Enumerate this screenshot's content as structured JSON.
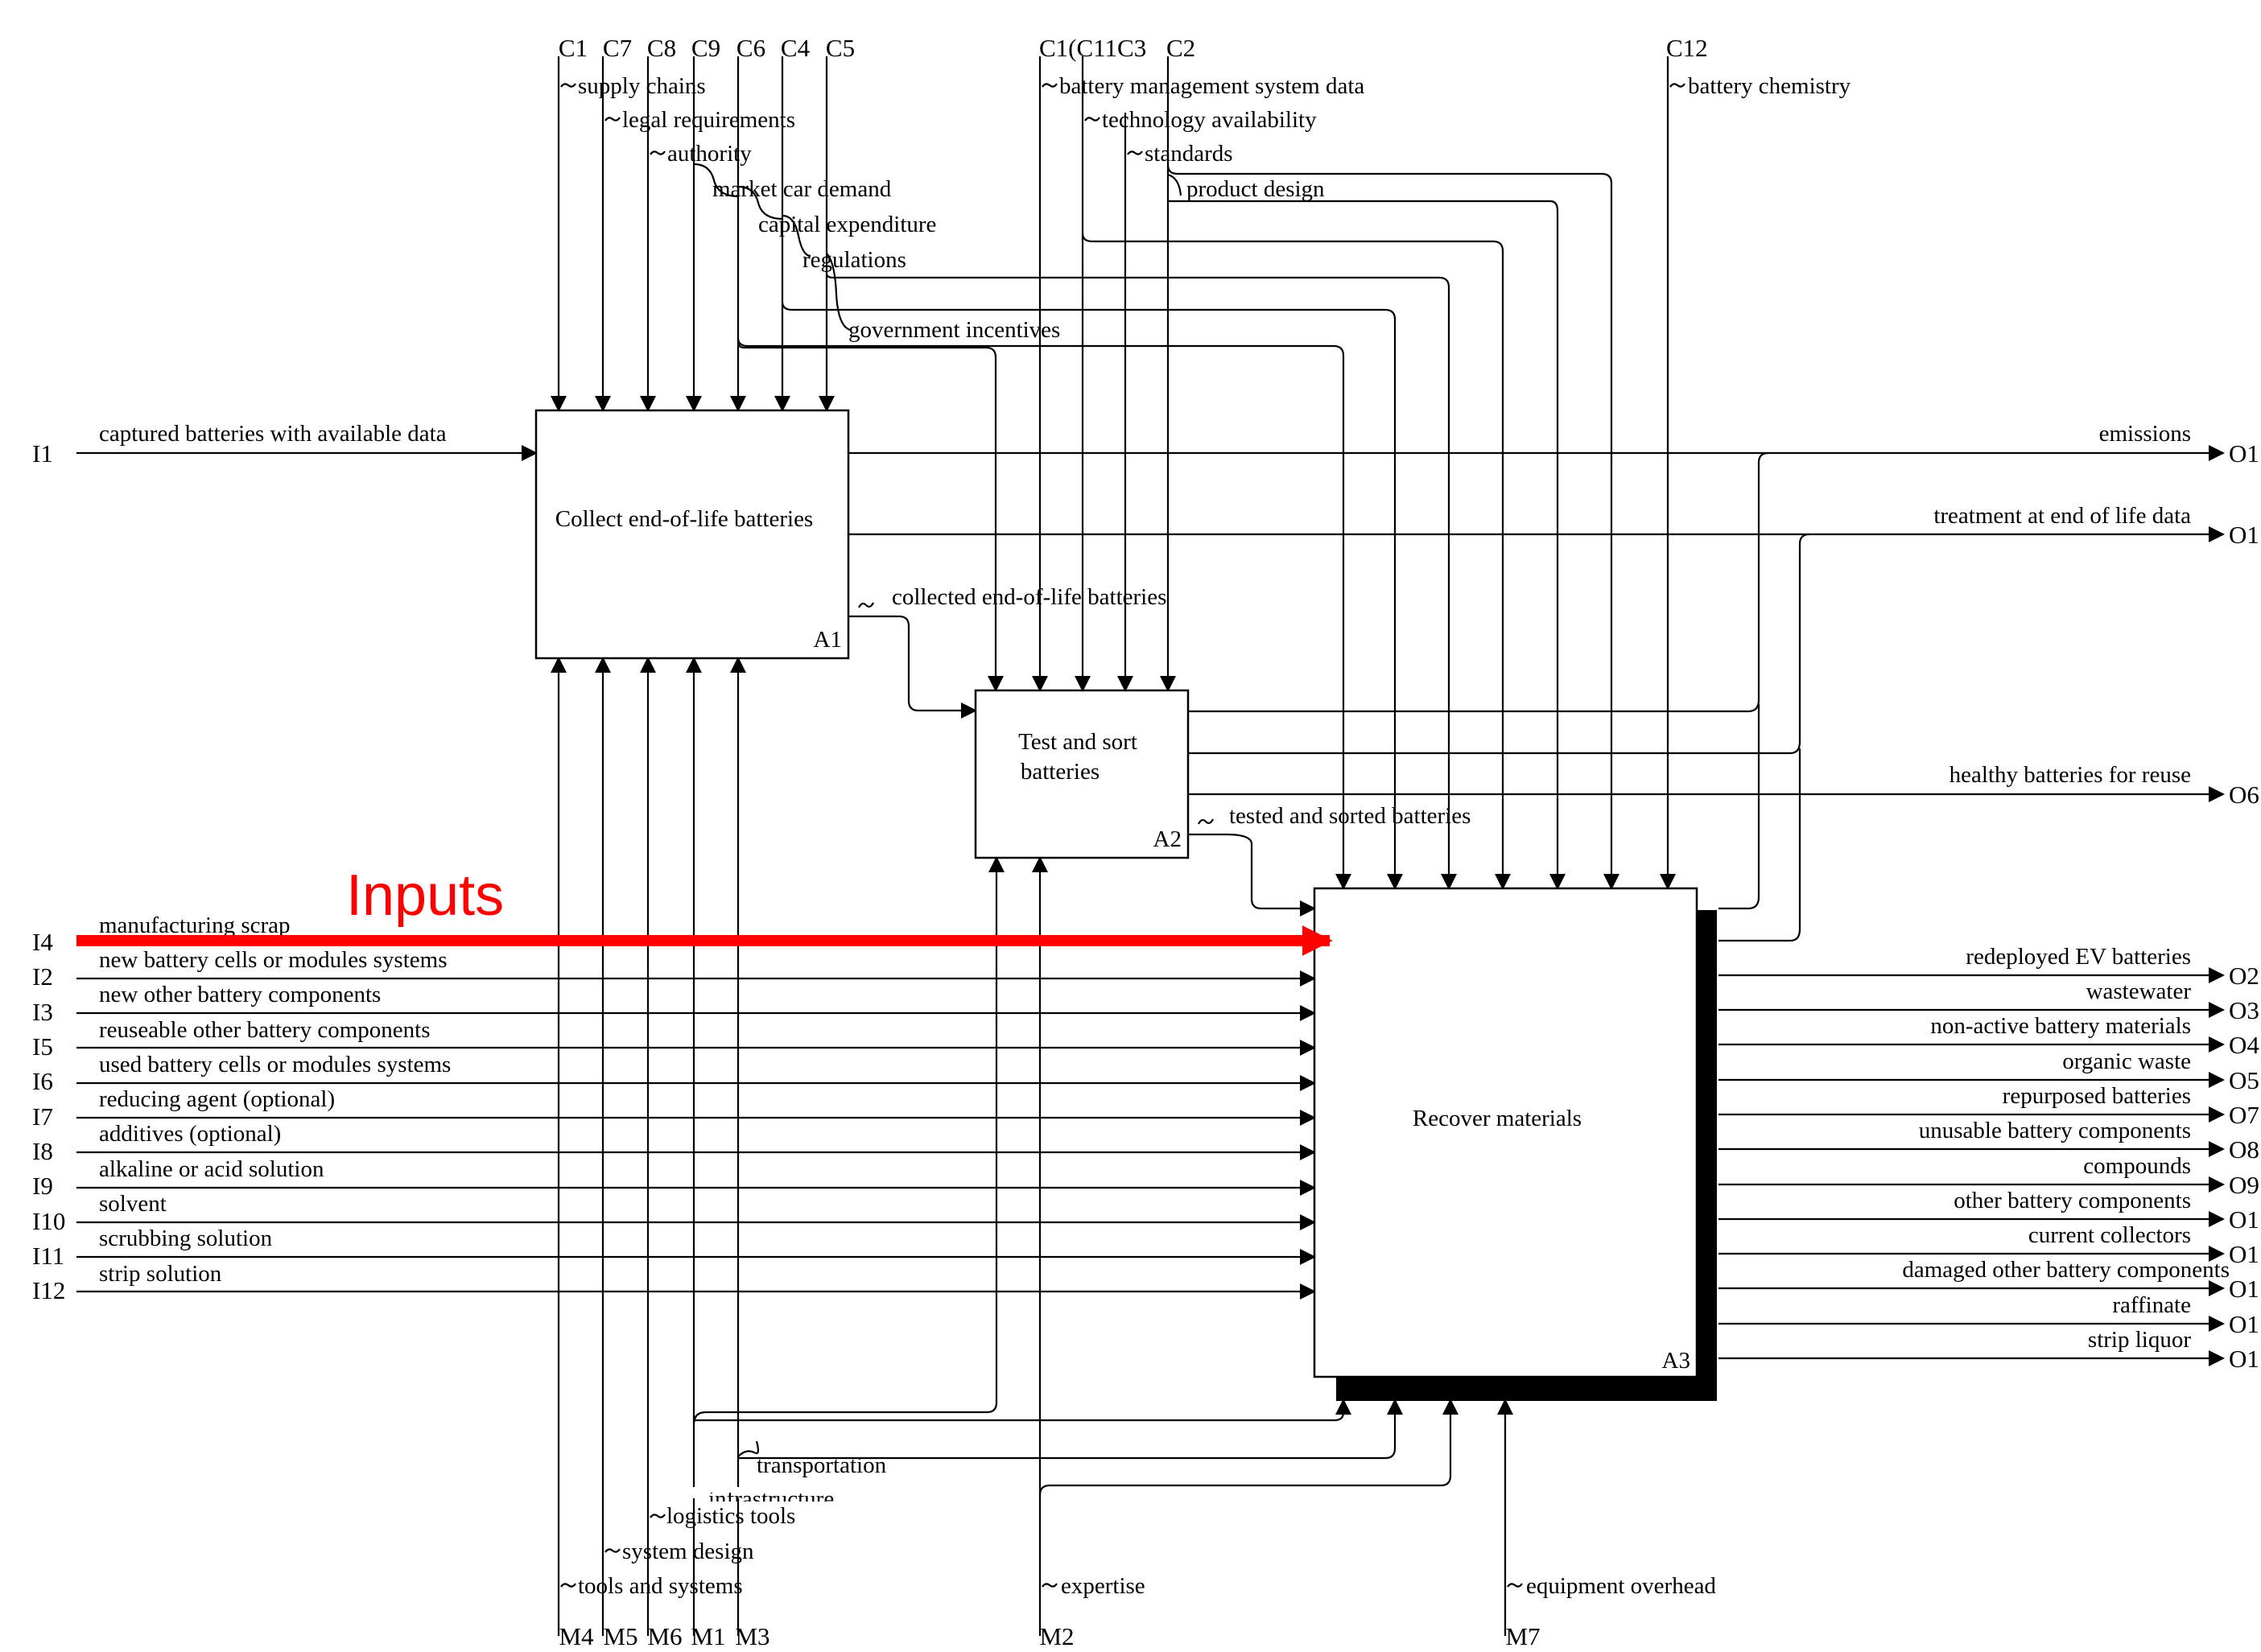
{
  "colors": {
    "highlight": "#ff0000",
    "ink": "#000000"
  },
  "annotation": {
    "text": "Inputs"
  },
  "activities": [
    {
      "id": "A1",
      "title_lines": [
        "Collect end-of-life batteries"
      ]
    },
    {
      "id": "A2",
      "title_lines": [
        "Test and sort",
        "batteries"
      ]
    },
    {
      "id": "A3",
      "title_lines": [
        "Recover materials"
      ]
    }
  ],
  "controls": {
    "codes": [
      "C1",
      "C7",
      "C8",
      "C9",
      "C6",
      "C4",
      "C5",
      "C1(C11C3",
      "C2",
      "C12"
    ],
    "labels": {
      "supply_chains": "supply chains",
      "legal_requirements": "legal requirements",
      "authority": "authority",
      "market_car_demand": "market car demand",
      "capital_expenditure": "capital expenditure",
      "regulations": "regulations",
      "government_incentives": "government incentives",
      "bms_data": "battery management system data",
      "technology_availability": "technology availability",
      "standards": "standards",
      "product_design": "product design",
      "battery_chemistry": "battery chemistry"
    }
  },
  "inputs": [
    {
      "code": "I1",
      "label": "captured batteries with available data"
    },
    {
      "code": "I4",
      "label": "manufacturing scrap"
    },
    {
      "code": "I2",
      "label": "new battery cells or modules systems"
    },
    {
      "code": "I3",
      "label": "new other battery components"
    },
    {
      "code": "I5",
      "label": "reuseable other battery components"
    },
    {
      "code": "I6",
      "label": "used battery cells or modules systems"
    },
    {
      "code": "I7",
      "label": "reducing agent (optional)"
    },
    {
      "code": "I8",
      "label": "additives (optional)"
    },
    {
      "code": "I9",
      "label": "alkaline or acid solution"
    },
    {
      "code": "I10",
      "label": "solvent"
    },
    {
      "code": "I11",
      "label": "scrubbing solution"
    },
    {
      "code": "I12",
      "label": "strip solution"
    }
  ],
  "internal_flows": {
    "collected": "collected end-of-life batteries",
    "tested": "tested and sorted batteries"
  },
  "outputs": [
    {
      "code": "O1",
      "label": "emissions"
    },
    {
      "code": "O1",
      "label": "treatment at end of life data"
    },
    {
      "code": "O6",
      "label": "healthy batteries for reuse"
    },
    {
      "code": "O2",
      "label": "redeployed EV batteries"
    },
    {
      "code": "O3",
      "label": "wastewater"
    },
    {
      "code": "O4",
      "label": "non-active battery materials"
    },
    {
      "code": "O5",
      "label": "organic waste"
    },
    {
      "code": "O7",
      "label": "repurposed batteries"
    },
    {
      "code": "O8",
      "label": "unusable battery components"
    },
    {
      "code": "O9",
      "label": "compounds"
    },
    {
      "code": "O1",
      "label": "other battery components"
    },
    {
      "code": "O1",
      "label": "current collectors"
    },
    {
      "code": "O1",
      "label": "damaged other battery components"
    },
    {
      "code": "O1",
      "label": "raffinate"
    },
    {
      "code": "O1",
      "label": "strip liquor"
    }
  ],
  "mechanisms": {
    "codes": [
      "M4",
      "M5",
      "M6",
      "M1",
      "M3",
      "M2",
      "M7"
    ],
    "labels": {
      "transportation": "transportation",
      "infrastructure": "infrastructure",
      "logistics_tools": "logistics tools",
      "system_design": "system design",
      "tools_and_systems": "tools and systems",
      "expertise": "expertise",
      "equipment_overhead": "equipment overhead"
    }
  }
}
